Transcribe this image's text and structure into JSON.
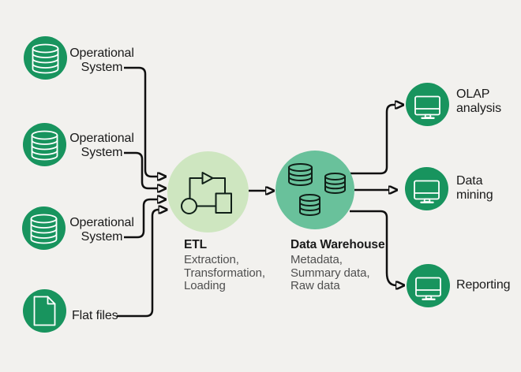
{
  "colors": {
    "background": "#f2f1ee",
    "node_green": "#18945e",
    "etl_fill": "#cee6c0",
    "warehouse_fill": "#69c19b",
    "line_black": "#101010",
    "text_black": "#1a1a1a",
    "subtext_gray": "#4f4f4f"
  },
  "sources": [
    {
      "id": "operational-system-1",
      "label": "Operational\nSystem",
      "icon": "database-icon"
    },
    {
      "id": "operational-system-2",
      "label": "Operational\nSystem",
      "icon": "database-icon"
    },
    {
      "id": "operational-system-3",
      "label": "Operational\nSystem",
      "icon": "database-icon"
    },
    {
      "id": "flat-files",
      "label": "Flat files",
      "icon": "document-icon"
    }
  ],
  "etl": {
    "title": "ETL",
    "subtitle": "Extraction,\nTransformation,\nLoading",
    "icon": "process-icon"
  },
  "warehouse": {
    "title": "Data Warehouse",
    "subtitle": "Metadata,\nSummary data,\nRaw data",
    "icon": "databases-icon"
  },
  "outputs": [
    {
      "id": "olap-analysis",
      "label": "OLAP\nanalysis",
      "icon": "monitor-icon"
    },
    {
      "id": "data-mining",
      "label": "Data\nmining",
      "icon": "monitor-icon"
    },
    {
      "id": "reporting",
      "label": "Reporting",
      "icon": "monitor-icon"
    }
  ]
}
